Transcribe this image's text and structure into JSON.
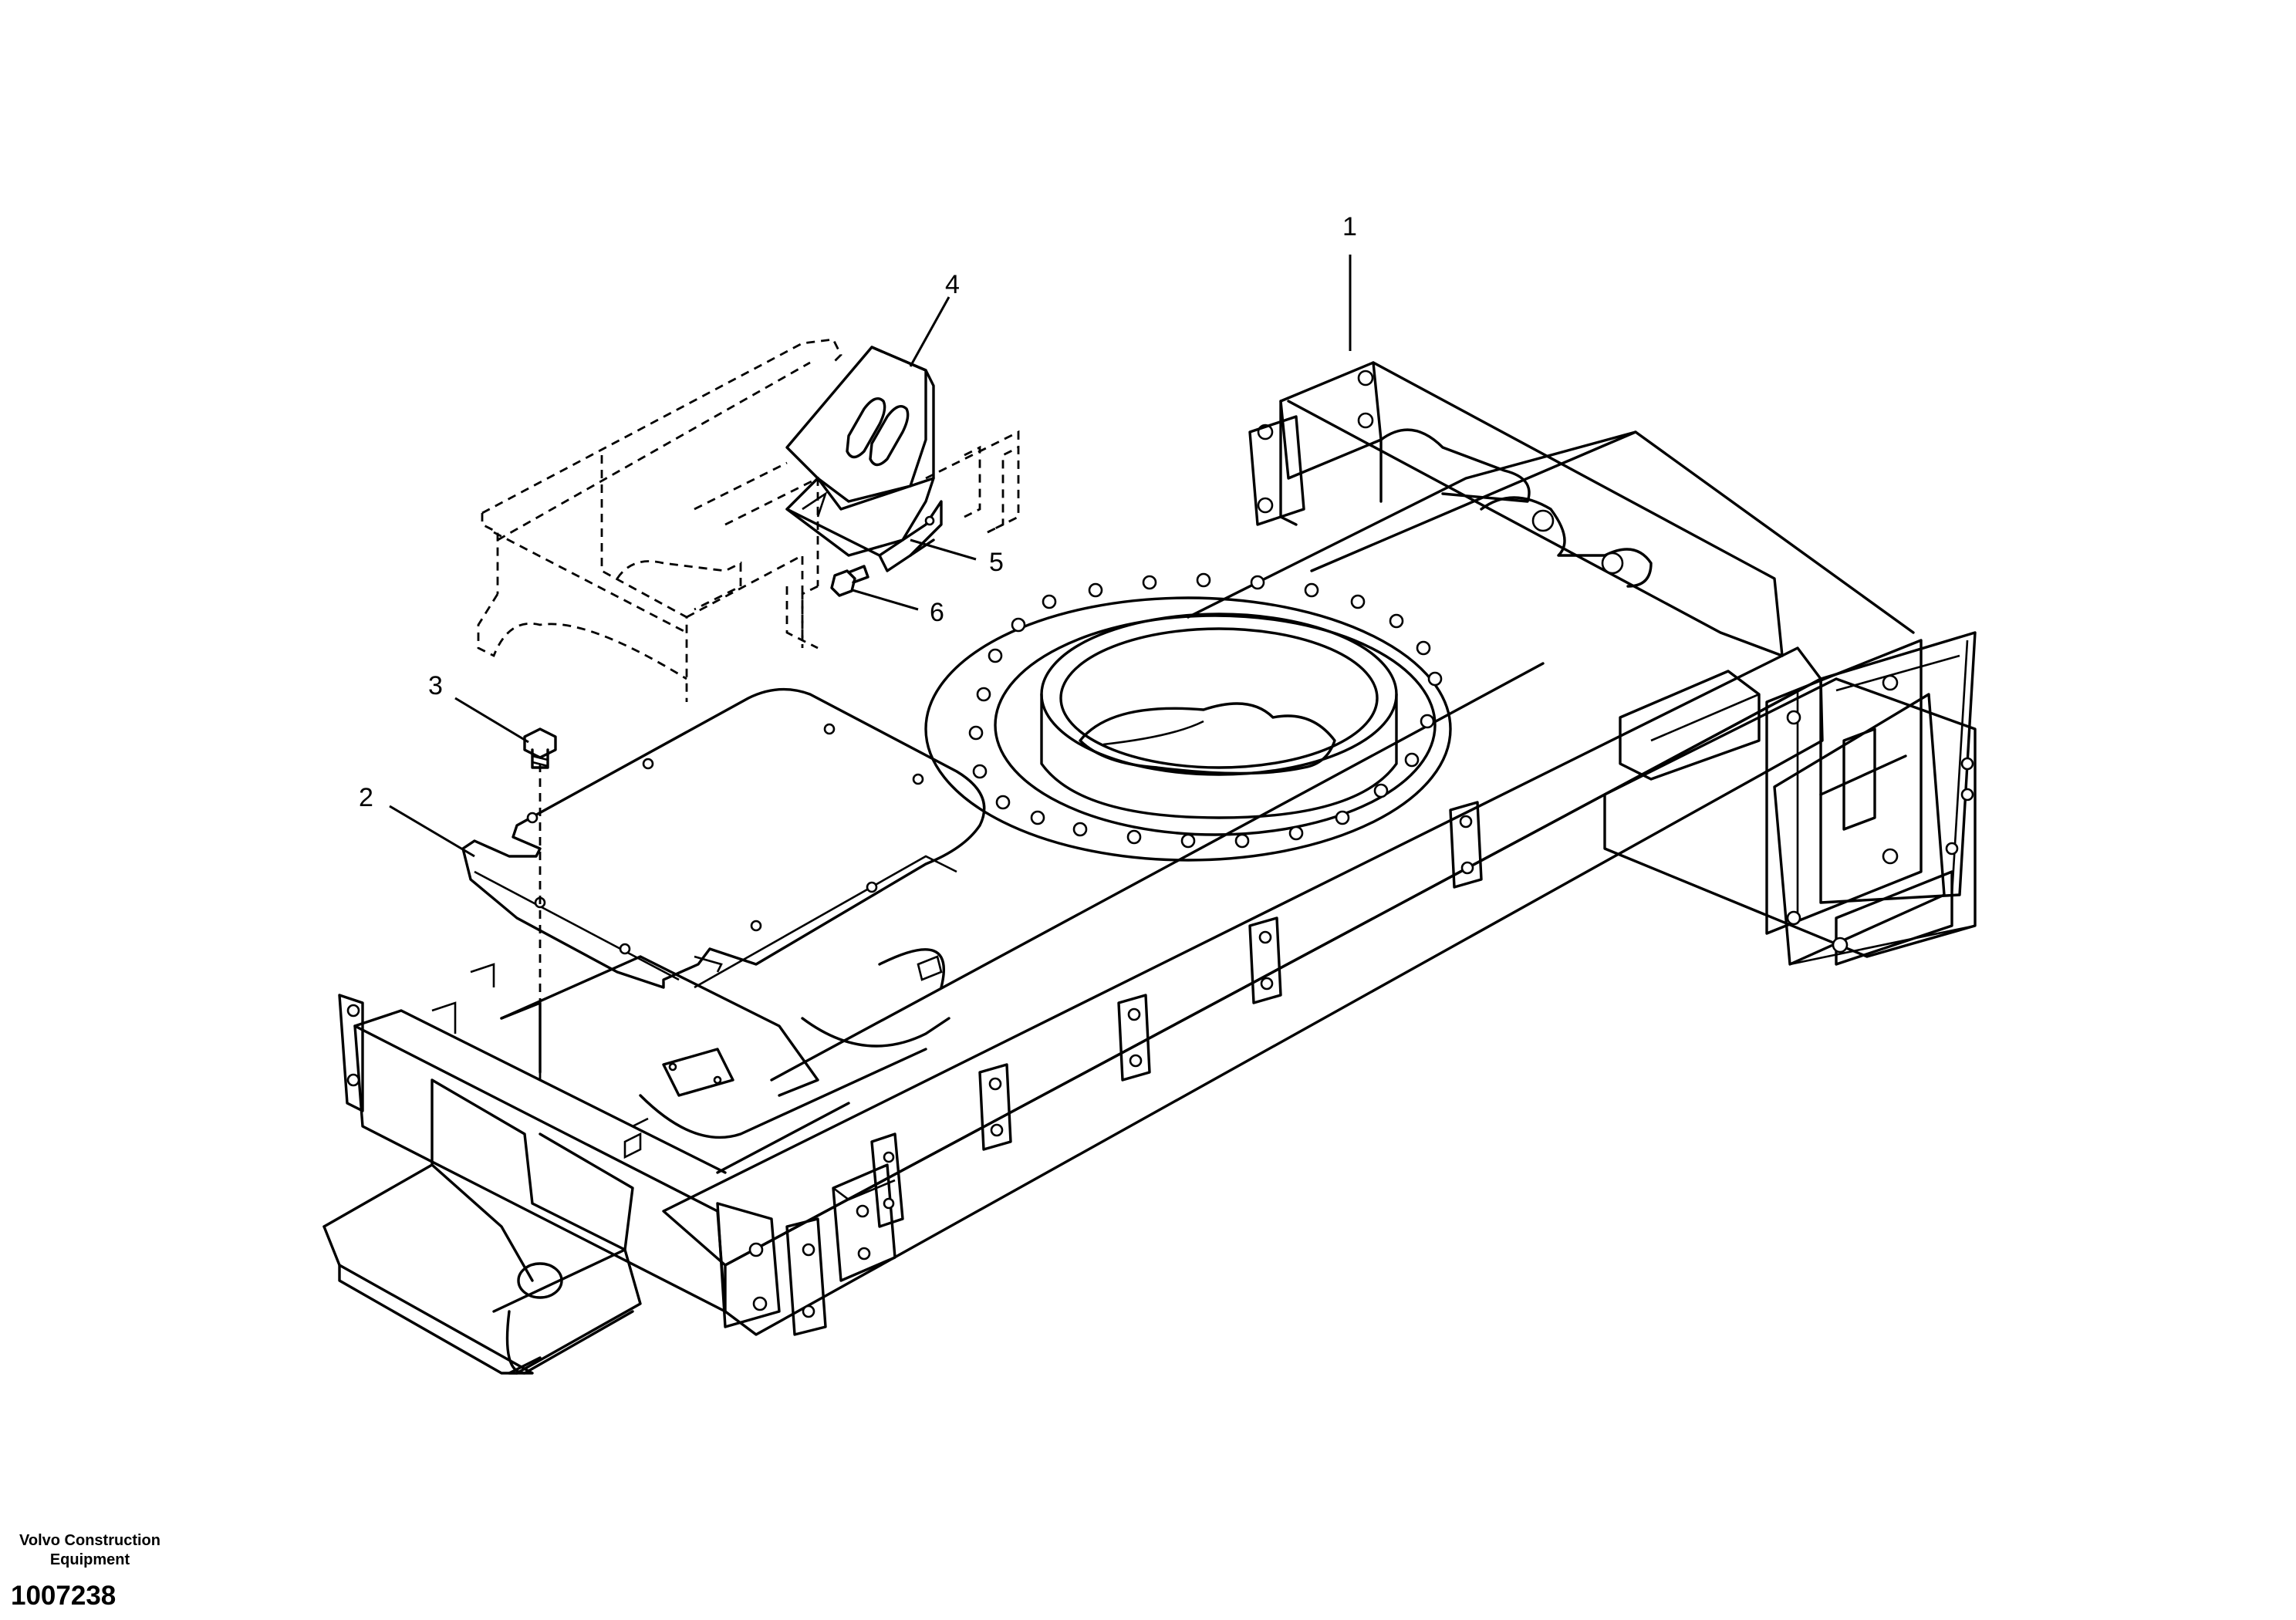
{
  "diagram": {
    "callouts": [
      {
        "number": "1"
      },
      {
        "number": "2"
      },
      {
        "number": "3"
      },
      {
        "number": "4"
      },
      {
        "number": "5"
      },
      {
        "number": "6"
      }
    ]
  },
  "footer": {
    "brand": "Volvo Construction Equipment",
    "document_number": "1007238"
  }
}
